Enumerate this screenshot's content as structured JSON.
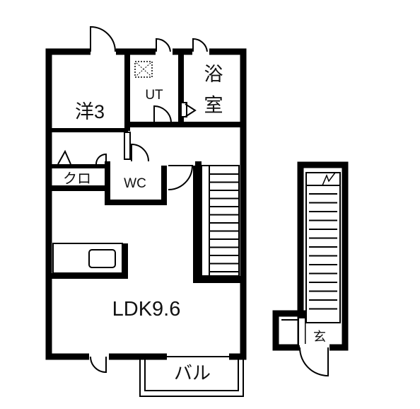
{
  "rooms": {
    "western_room": "洋3",
    "utility": "UT",
    "bath_line1": "浴",
    "bath_line2": "室",
    "closet": "クロ",
    "toilet": "WC",
    "ldk": "LDK9.6",
    "balcony": "バル",
    "entrance": "玄"
  }
}
